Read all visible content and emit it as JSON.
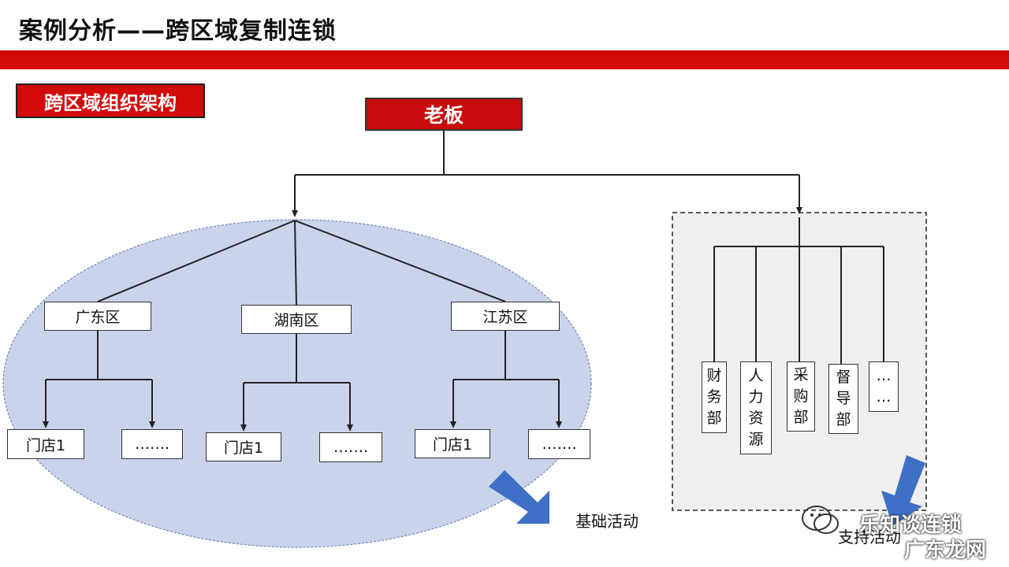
{
  "header": {
    "title": "案例分析——跨区域复制连锁",
    "section_tag": "跨区域组织架构"
  },
  "org": {
    "boss": "老板",
    "regions": [
      {
        "name": "广东区",
        "stores": [
          "门店1",
          "……."
        ]
      },
      {
        "name": "湖南区",
        "stores": [
          "门店1",
          "……."
        ]
      },
      {
        "name": "江苏区",
        "stores": [
          "门店1",
          "……."
        ]
      }
    ],
    "departments": [
      {
        "chars": [
          "财",
          "务",
          "部"
        ]
      },
      {
        "chars": [
          "人",
          "力",
          "资",
          "源"
        ]
      },
      {
        "chars": [
          "采",
          "购",
          "部"
        ]
      },
      {
        "chars": [
          "督",
          "导",
          "部"
        ]
      },
      {
        "chars": [
          "…",
          "…"
        ]
      }
    ]
  },
  "labels": {
    "basic_activities": "基础活动",
    "support_activities": "支持活动"
  },
  "watermark": {
    "line1": "乐知谈连锁",
    "line2": "广东龙网"
  },
  "colors": {
    "brand_red": "#d20a0a",
    "ellipse_fill": "#c9d3ea",
    "arrow_blue": "#3d6fc4",
    "support_bg": "#efefef"
  }
}
